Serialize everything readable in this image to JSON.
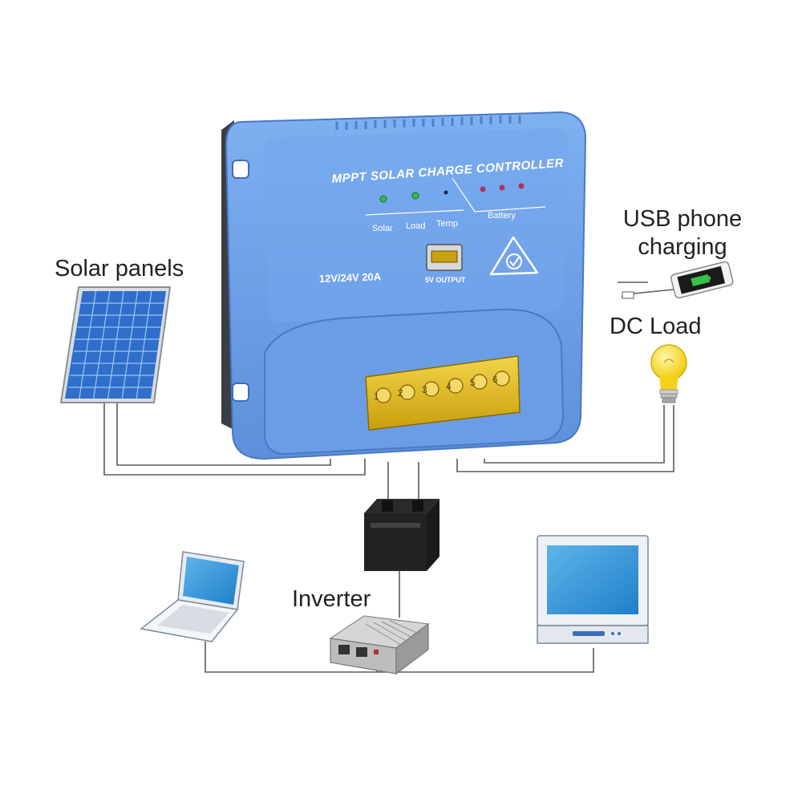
{
  "labels": {
    "solar_panels": "Solar panels",
    "usb_line1": "USB phone",
    "usb_line2": "charging",
    "dc_load": "DC Load",
    "inverter": "Inverter"
  },
  "controller": {
    "title": "MPPT SOLAR CHARGE CONTROLLER",
    "indicators": [
      "Solar",
      "Load",
      "Temp"
    ],
    "battery_label": "Battery",
    "rating": "12V/24V  20A",
    "usb_label": "5V OUTPUT",
    "terminals": [
      "1",
      "2",
      "3",
      "4",
      "5",
      "6"
    ]
  },
  "colors": {
    "controller_body": "#6f9fe6",
    "controller_dark": "#4f7fcf",
    "terminal_yellow": "#e8c21a",
    "panel_cell": "#2f6fc9",
    "bulb": "#f6de3a",
    "wire": "#555555"
  }
}
